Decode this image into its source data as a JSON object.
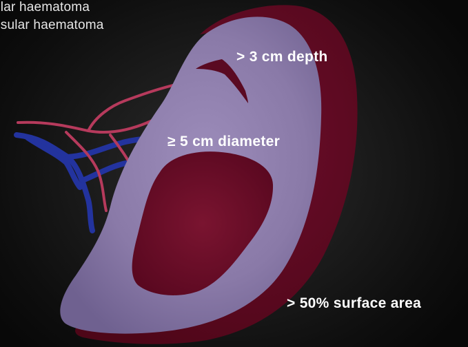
{
  "legend": {
    "line1": "ular haematoma",
    "line2": "osular haematoma"
  },
  "labels": {
    "depth": "> 3 cm depth",
    "diameter": "≥ 5 cm diameter",
    "surface_area": "> 50% surface area"
  },
  "colors": {
    "background": "#141414",
    "capsule": "#5a0a22",
    "organ": "#8a7aa8",
    "haematoma": "#6e0a26",
    "artery": "#b8375a",
    "vein": "#1f2f9a"
  }
}
